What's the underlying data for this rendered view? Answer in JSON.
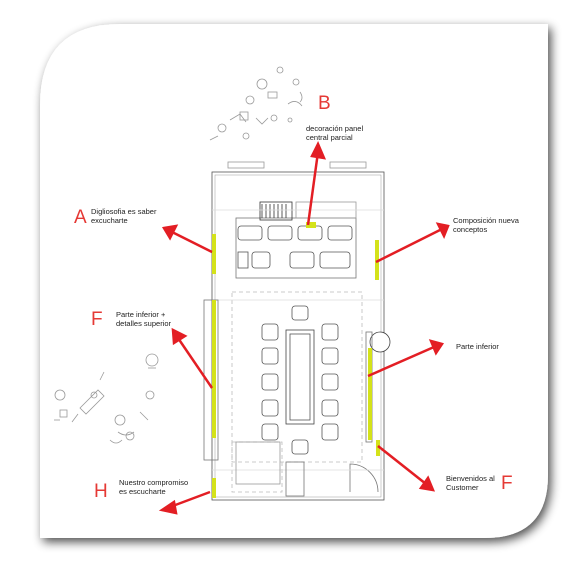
{
  "annotations": {
    "decoracion": {
      "letter": "B",
      "text_line1": "decoración panel",
      "text_line2": "central parcial"
    },
    "digliosofia": {
      "letter": "A",
      "text_line1": "Digliosofia es saber",
      "text_line2": "excucharte"
    },
    "composicion": {
      "text_line1": "Composición nueva",
      "text_line2": "conceptos"
    },
    "parte_inferior_detalles": {
      "letter": "F",
      "text_line1": "Parte inferior +",
      "text_line2": "detalles superior"
    },
    "parte_inferior": {
      "text_line1": "Parte inferior"
    },
    "nuestro_compromiso": {
      "letter": "H",
      "text_line1": "Nuestro compromiso",
      "text_line2": "es escucharte"
    },
    "bienvenidos": {
      "letter": "F",
      "text_line1": "Bienvenidos al",
      "text_line2": "Customer"
    }
  },
  "colors": {
    "arrow": "#e31e24",
    "highlight": "#d4e21a",
    "plan_line": "#555555",
    "card_shadow": "#2b2b2b"
  }
}
